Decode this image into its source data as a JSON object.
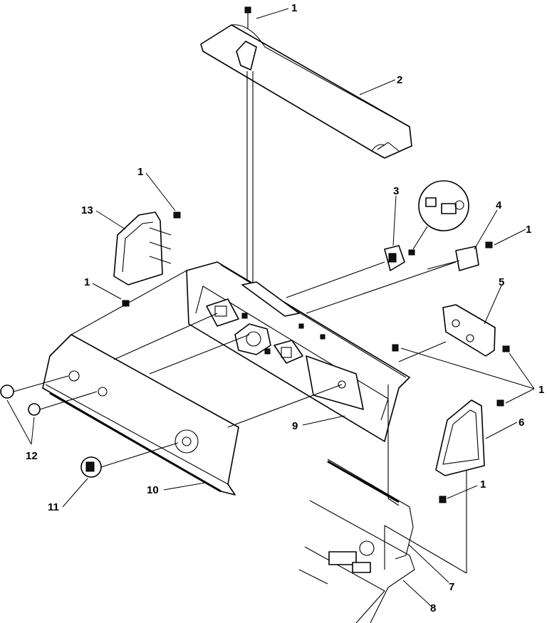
{
  "callouts": {
    "c1a": "1",
    "c2": "2",
    "c1b": "1",
    "c13": "13",
    "c3": "3",
    "c4": "4",
    "c1c": "1",
    "c1d": "1",
    "c5": "5",
    "c1e": "1",
    "c6": "6",
    "c9": "9",
    "c12": "12",
    "c1f": "1",
    "c11": "11",
    "c10": "10",
    "c7": "7",
    "c8": "8"
  }
}
